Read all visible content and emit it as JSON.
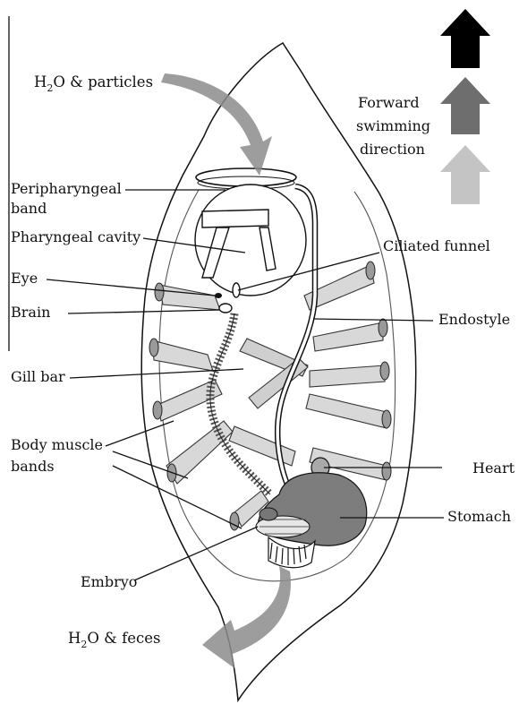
{
  "labels": {
    "water_in_h": "H",
    "water_in_sub": "2",
    "water_in_rest": "O & particles",
    "water_out_h": "H",
    "water_out_sub": "2",
    "water_out_rest": "O &  feces",
    "forward_line1": "Forward",
    "forward_line2": "swimming",
    "forward_line3": "direction",
    "peripharyngeal_line1": "Peripharyngeal",
    "peripharyngeal_line2": "band",
    "pharyngeal_cavity": "Pharyngeal cavity",
    "eye": "Eye",
    "brain": "Brain",
    "gill_bar": "Gill bar",
    "body_muscle_line1": "Body muscle",
    "body_muscle_line2": "bands",
    "embryo": "Embryo",
    "ciliated_funnel": "Ciliated funnel",
    "endostyle": "Endostyle",
    "heart": "Heart",
    "stomach": "Stomach"
  },
  "arrow_colors": {
    "dark": "#000000",
    "mid": "#6e6e6e",
    "light": "#c4c4c4"
  }
}
